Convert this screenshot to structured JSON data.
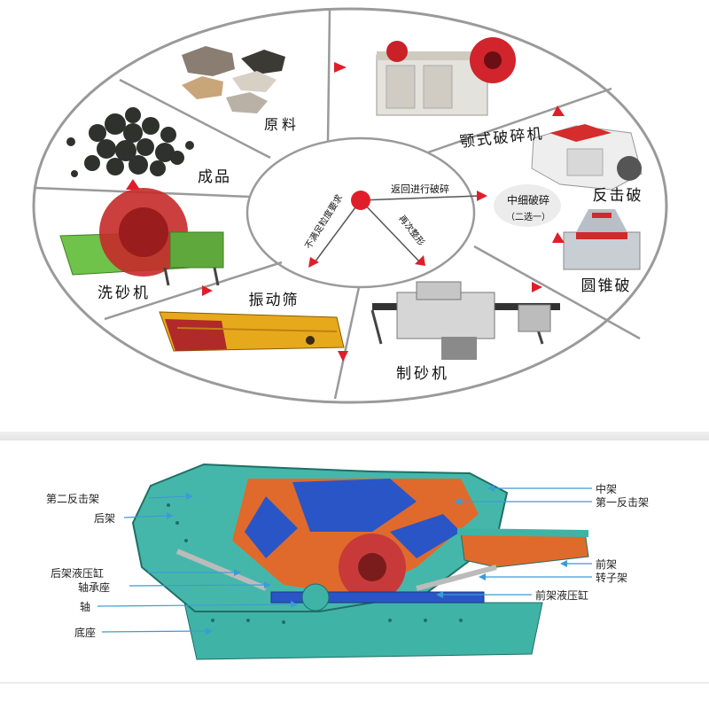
{
  "process": {
    "raw_material": "原料",
    "jaw_crusher": "颚式破碎机",
    "impact_crusher": "反击破",
    "cone_crusher": "圆锥破",
    "sand_maker": "制砂机",
    "vibrating_screen": "振动筛",
    "sand_washer": "洗砂机",
    "finished_product": "成品",
    "fine_crush": "中细破碎",
    "choose_one": "（二选一）",
    "return_crush": "返回进行破碎",
    "not_meet": "不满足粒度要求",
    "secondary_shaping": "再次整形"
  },
  "parts_left": [
    "第二反击架",
    "后架",
    "后架液压缸",
    "轴承座",
    "轴",
    "底座"
  ],
  "parts_right": [
    "中架",
    "第一反击架",
    "前架",
    "转子架",
    "前架液压缸"
  ],
  "colors": {
    "arrow": "#e01e2b",
    "ring": "#9a9a9a",
    "machine": "#3fb3a6"
  }
}
